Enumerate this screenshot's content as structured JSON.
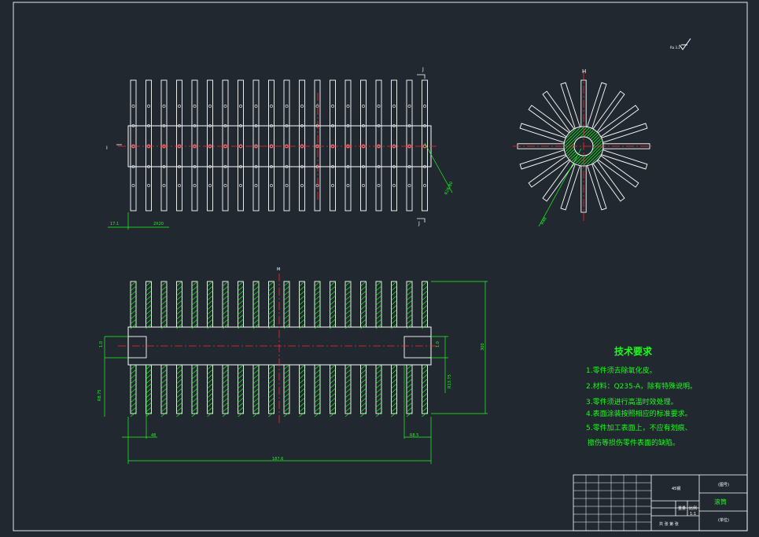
{
  "colors": {
    "background": "#212830",
    "outline": "#ffffff",
    "dimension": "#19ff19",
    "centerline": "#ff2a2a",
    "hatch": "#19ff19",
    "notes": "#19ff19"
  },
  "section_marks": {
    "front_top": "J",
    "front_bottom": "J",
    "front_left": "I",
    "side_top": "H"
  },
  "dimensions": {
    "top_left_offset": "17.1",
    "top_pitch": "2X20",
    "top_angle": "R26.80",
    "side_radius": "R48",
    "bottom_height": "300",
    "bottom_left_small": "1.0",
    "bottom_left_dia": "R8.75",
    "bottom_right_dia": "R13.75",
    "bottom_left_bore": "48",
    "bottom_right_bore": "R8.5",
    "bottom_total": "187.6",
    "bottom_top_label": "M",
    "roughness": "Ra 3.2"
  },
  "notes": {
    "title": "技术要求",
    "lines": [
      "1.零件须去除氧化皮。",
      "2.材料：Q235-A，除有特殊说明。",
      "3.零件须进行高温时效处理。",
      "4.表面涂装按照相应的标准要求。",
      "5.零件加工表面上，不应有划痕、",
      "擦伤等损伤零件表面的缺陷。"
    ]
  },
  "title_block": {
    "material": "45钢",
    "drawing_no": "(图号)",
    "part_name": "滚筒",
    "company": "(单位)",
    "scale_label": "比例",
    "scale": "1:1",
    "weight_label": "重量",
    "sheet": "共 张 第 张"
  }
}
